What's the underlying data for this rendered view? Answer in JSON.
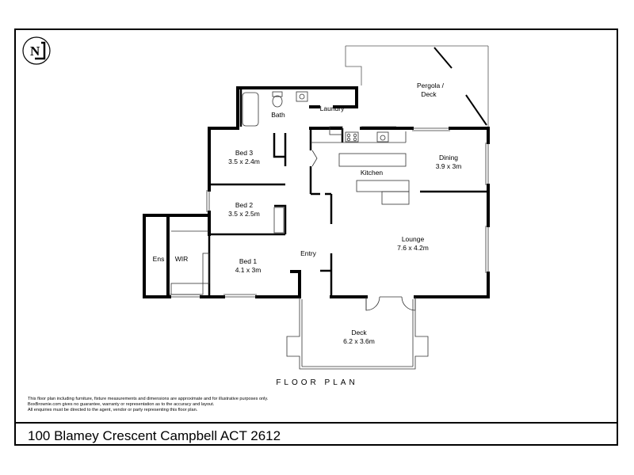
{
  "compass": {
    "letter": "N"
  },
  "rooms": {
    "pergola": {
      "name": "Pergola /",
      "line2": "Deck"
    },
    "bath": {
      "name": "Bath"
    },
    "laundry": {
      "name": "Laundry"
    },
    "bed3": {
      "name": "Bed 3",
      "size": "3.5 x 2.4m"
    },
    "kitchen": {
      "name": "Kitchen"
    },
    "dining": {
      "name": "Dining",
      "size": "3.9 x 3m"
    },
    "bed2": {
      "name": "Bed 2",
      "size": "3.5 x 2.5m"
    },
    "lounge": {
      "name": "Lounge",
      "size": "7.6 x 4.2m"
    },
    "entry": {
      "name": "Entry"
    },
    "ens": {
      "name": "Ens"
    },
    "wir": {
      "name": "WIR"
    },
    "bed1": {
      "name": "Bed 1",
      "size": "4.1 x 3m"
    },
    "deck": {
      "name": "Deck",
      "size": "6.2 x 3.6m"
    }
  },
  "plan_title": "FLOOR PLAN",
  "disclaimer": [
    "This floor plan including furniture, fixture measurements and dimensions are approximate and for illustrative purposes only.",
    "BoxBrownie.com gives no guarantee, warranty or representation as to the accuracy and layout.",
    "All enquiries must be directed to the agent, vendor or party representing this floor plan."
  ],
  "address": "100 Blamey Crescent Campbell ACT 2612"
}
